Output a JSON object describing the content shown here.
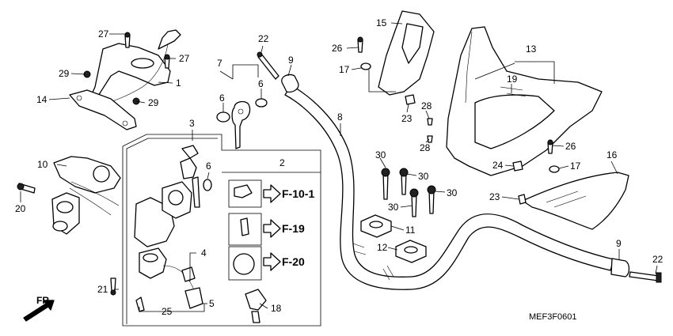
{
  "diagram_code": "MEF3F0601",
  "front_arrow": "FR.",
  "ref_buttons": [
    "F-10-1",
    "F-19",
    "F-20"
  ],
  "callouts": {
    "c27a": "27",
    "c27b": "27",
    "c29a": "29",
    "c1": "1",
    "c14": "14",
    "c29b": "29",
    "c7": "7",
    "c6a": "6",
    "c6b": "6",
    "c22a": "22",
    "c9a": "9",
    "c8": "8",
    "c15": "15",
    "c26a": "26",
    "c17a": "17",
    "c23a": "23",
    "c28a": "28",
    "c28b": "28",
    "c13": "13",
    "c19": "19",
    "c3": "3",
    "c6c": "6",
    "c2": "2",
    "c10": "10",
    "c20": "20",
    "c4": "4",
    "c21": "21",
    "c25": "25",
    "c5": "5",
    "c18": "18",
    "c30a": "30",
    "c30b": "30",
    "c30c": "30",
    "c30d": "30",
    "c11": "11",
    "c12": "12",
    "c26b": "26",
    "c24": "24",
    "c17b": "17",
    "c16": "16",
    "c23b": "23",
    "c9b": "9",
    "c22b": "22"
  }
}
